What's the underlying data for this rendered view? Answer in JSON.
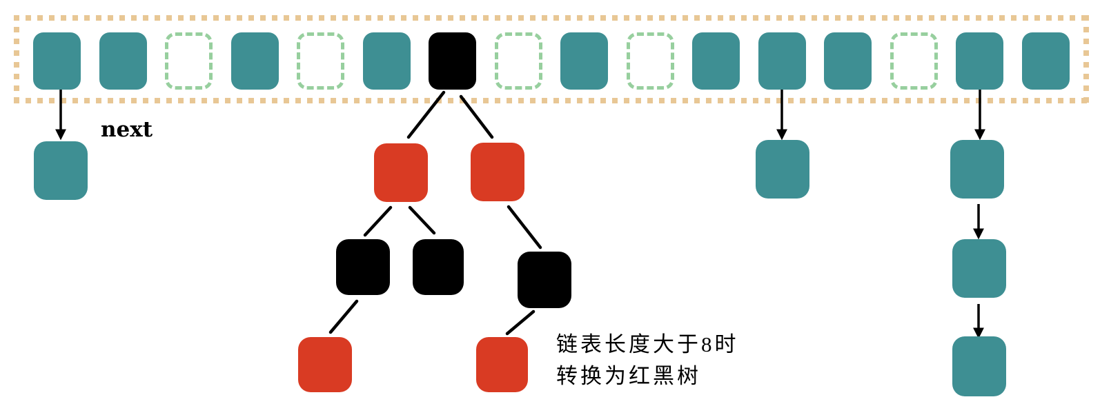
{
  "colors": {
    "teal": "#3e8f93",
    "tan": "#e8c795",
    "green": "#97cf9e",
    "red": "#d93b23",
    "node-black": "#000000",
    "line": "#000000"
  },
  "array": {
    "cells": [
      "filled",
      "filled",
      "empty",
      "filled",
      "empty",
      "filled",
      "black",
      "empty",
      "filled",
      "empty",
      "filled",
      "filled",
      "filled",
      "empty",
      "filled",
      "filled"
    ]
  },
  "labels": {
    "next": "next"
  },
  "caption": {
    "line1": "链表长度大于8时",
    "line2": "转换为红黑树"
  },
  "nodes": {
    "left_list": "teal",
    "red_left": "red",
    "red_right": "red",
    "black_left": "black",
    "black_mid": "black",
    "black_right": "black",
    "red_leaf_left": "red",
    "red_leaf_right": "red",
    "mid_list": "teal",
    "chain_1": "teal",
    "chain_2": "teal",
    "chain_3": "teal"
  }
}
